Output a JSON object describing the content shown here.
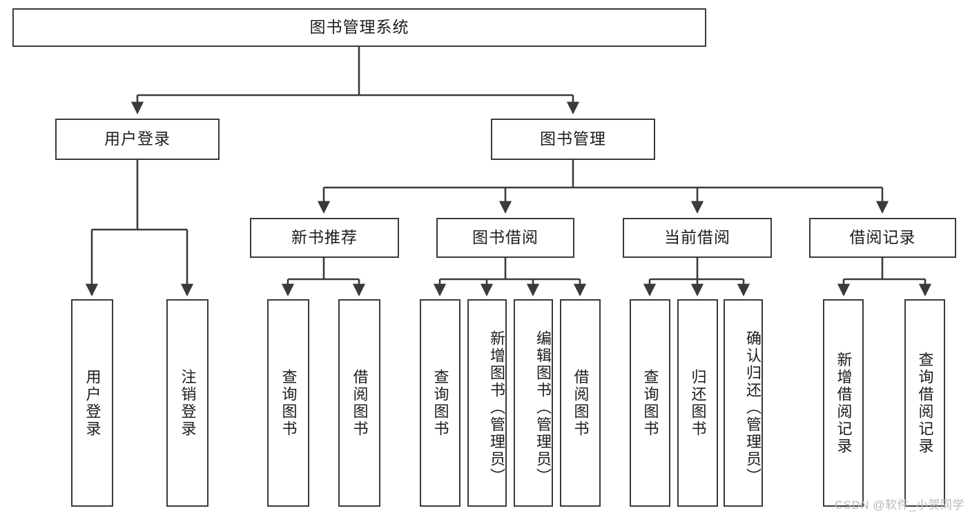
{
  "diagram": {
    "title": "图书管理系统",
    "type": "tree-hierarchy-diagram",
    "root": {
      "id": "root",
      "label": "图书管理系统"
    },
    "level2": [
      {
        "id": "user-login",
        "label": "用户登录"
      },
      {
        "id": "book-management",
        "label": "图书管理"
      }
    ],
    "level3": [
      {
        "id": "new-book-recommend",
        "label": "新书推荐"
      },
      {
        "id": "book-borrow",
        "label": "图书借阅"
      },
      {
        "id": "current-borrow",
        "label": "当前借阅"
      },
      {
        "id": "borrow-record",
        "label": "借阅记录"
      }
    ],
    "leaves": {
      "user_login": [
        {
          "id": "leaf-user-login",
          "label": "用户登录"
        },
        {
          "id": "leaf-logout-login",
          "label": "注销登录"
        }
      ],
      "new_book_recommend": [
        {
          "id": "leaf-query-book-1",
          "label": "查询图书"
        },
        {
          "id": "leaf-borrow-book-1",
          "label": "借阅图书"
        }
      ],
      "book_borrow": [
        {
          "id": "leaf-query-book-2",
          "label": "查询图书"
        },
        {
          "id": "leaf-add-book",
          "label": "新增图书（管理员）"
        },
        {
          "id": "leaf-edit-book",
          "label": "编辑图书（管理员）"
        },
        {
          "id": "leaf-borrow-book-2",
          "label": "借阅图书"
        }
      ],
      "current_borrow": [
        {
          "id": "leaf-query-book-3",
          "label": "查询图书"
        },
        {
          "id": "leaf-return-book",
          "label": "归还图书"
        },
        {
          "id": "leaf-confirm-return",
          "label": "确认归还（管理员）"
        }
      ],
      "borrow_record": [
        {
          "id": "leaf-add-record",
          "label": "新增借阅记录"
        },
        {
          "id": "leaf-query-record",
          "label": "查询借阅记录"
        }
      ]
    },
    "colors": {
      "stroke": "#3a3a3a",
      "fill": "#ffffff",
      "text": "#1c1c1c",
      "watermark": "#b9b9b9"
    }
  },
  "watermark": {
    "text": "CSDN @软件_小贺同学"
  }
}
